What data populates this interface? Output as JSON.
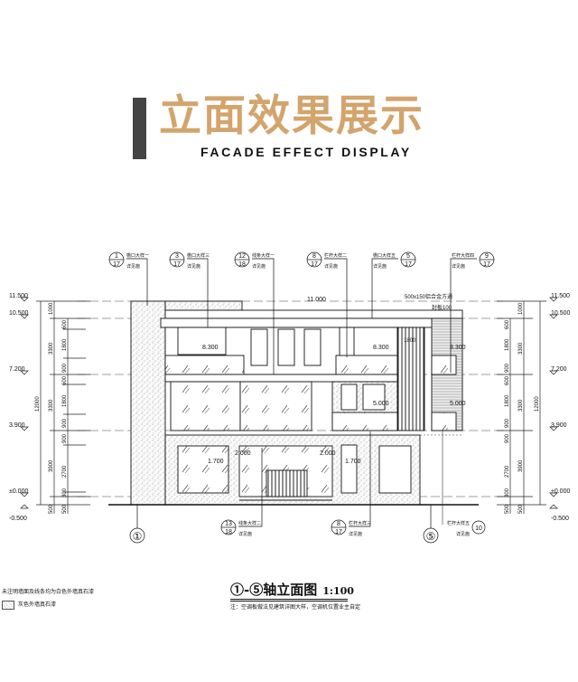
{
  "header": {
    "title_cn": "立面效果展示",
    "title_en": "FACADE EFFECT DISPLAY"
  },
  "drawing": {
    "levels_left": [
      "11.500",
      "10.500",
      "7.200",
      "3.900",
      "±0.000",
      "-0.500"
    ],
    "levels_right": [
      "11.500",
      "10.500",
      "7.200",
      "3.900",
      "±0.000",
      "-0.500"
    ],
    "dims_outer": [
      "1000",
      "3300",
      "3300",
      "3900",
      "500"
    ],
    "dims_total": "12000",
    "dims_inner": [
      "600",
      "1800",
      "900",
      "600",
      "1800",
      "900",
      "900",
      "2700",
      "300",
      "500"
    ],
    "dims_right_inner": [
      "600",
      "1800",
      "900",
      "600",
      "1800",
      "900",
      "900",
      "2700",
      "300",
      "500"
    ],
    "dims_right_outer": [
      "1000",
      "3300",
      "3300",
      "3900",
      "500"
    ],
    "elevation_marks": [
      "11.000",
      "8.300",
      "8.300",
      "8.300",
      "5.000",
      "5.000",
      "2.000",
      "1.700",
      "2.000",
      "1.700"
    ],
    "annotations": {
      "aluminum_tube": "500x150铝合金方通",
      "sealing_plate": "封板100",
      "slat_width": "1800"
    },
    "callouts_top": [
      {
        "num": "1",
        "den": "17",
        "label": "檐口大样一",
        "sub": "详见施"
      },
      {
        "num": "3",
        "den": "17",
        "label": "檐口大样三",
        "sub": "详见施"
      },
      {
        "num": "12",
        "den": "18",
        "label": "线条大样一",
        "sub": "详见施"
      },
      {
        "num": "8",
        "den": "17",
        "label": "栏杆大样二",
        "sub": "详见施"
      },
      {
        "num": "5",
        "den": "17",
        "label": "檐口大样五",
        "sub": "详见施"
      },
      {
        "num": "9",
        "den": "17",
        "label": "栏杆大样四",
        "sub": "详见施"
      }
    ],
    "callouts_bottom": [
      {
        "num": "13",
        "den": "18",
        "label": "线条大样二",
        "sub": "详见施"
      },
      {
        "num": "8",
        "den": "17",
        "label": "栏杆大样三",
        "sub": "详见施"
      },
      {
        "num": "10",
        "den": "",
        "label": "栏杆大样五",
        "sub": "详见施"
      }
    ],
    "axes": [
      "①",
      "⑤"
    ]
  },
  "footer": {
    "caption": "①-⑤轴立面图",
    "scale": "1:100",
    "note": "注：空调板做法见建筑详图大样，空调机位置业主自定",
    "legend_white": "未注明墙面及线条均为白色外墙真石漆",
    "legend_grey": "灰色外墙真石漆"
  }
}
